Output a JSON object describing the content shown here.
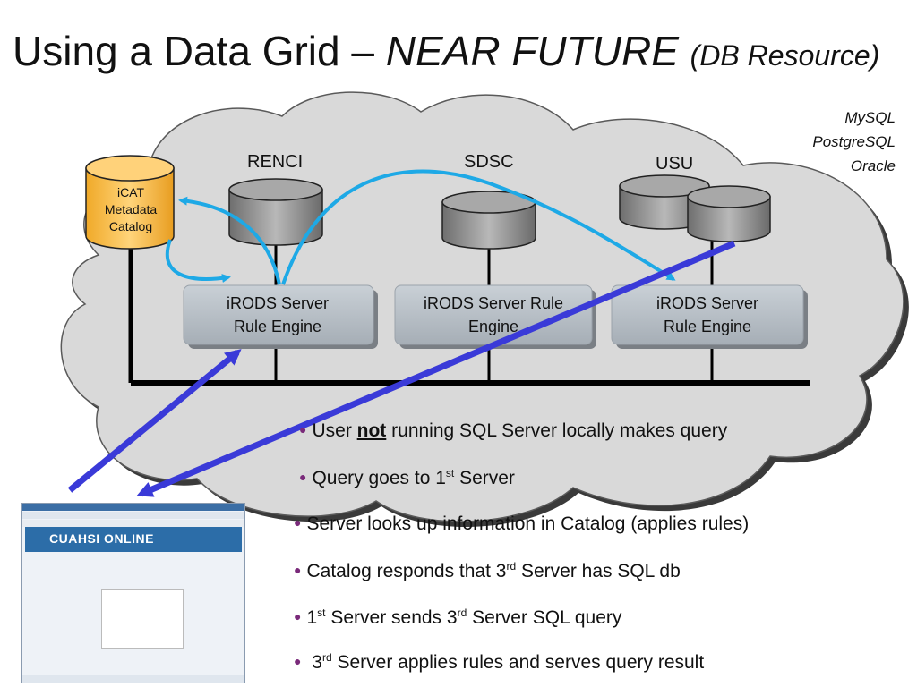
{
  "title": {
    "main": "Using a Data Grid – ",
    "emphasis": "NEAR FUTURE",
    "sub": "(DB Resource)"
  },
  "db_types": [
    "MySQL",
    "PostgreSQL",
    "Oracle"
  ],
  "sites": {
    "renci": "RENCI",
    "sdsc": "SDSC",
    "usu": "USU"
  },
  "icat": [
    "iCAT",
    "Metadata",
    "Catalog"
  ],
  "servers": [
    [
      "iRODS Server",
      "Rule Engine"
    ],
    [
      "iRODS Server Rule",
      "Engine"
    ],
    [
      "iRODS Server",
      "Rule Engine"
    ]
  ],
  "bullets": [
    {
      "pre": "User ",
      "bold": "not",
      "post": " running SQL Server locally makes query"
    },
    {
      "pre": "Query goes to 1",
      "sup": "st",
      "post": " Server"
    },
    {
      "pre": "Server looks up information in Catalog (applies rules)"
    },
    {
      "pre": "Catalog responds that 3",
      "sup": "rd",
      "post": " Server  has SQL db"
    },
    {
      "pre": "1",
      "sup": "st",
      "post": " Server sends 3",
      "sup2": "rd",
      "post2": "  Server SQL query"
    },
    {
      "pre": " 3",
      "sup": "rd",
      "post": " Server applies rules and serves query result"
    }
  ],
  "screenshot": {
    "logo": "CUAHSI ONLINE"
  },
  "colors": {
    "cloud": "#d9d9d9",
    "icat": "#f6b93b",
    "cylinder": "#8c8c8c",
    "server": "#b4bcc4",
    "arrow_cyan": "#1ea9e6",
    "arrow_blue": "#3a3ad8",
    "bullet": "#7a2a7a"
  }
}
